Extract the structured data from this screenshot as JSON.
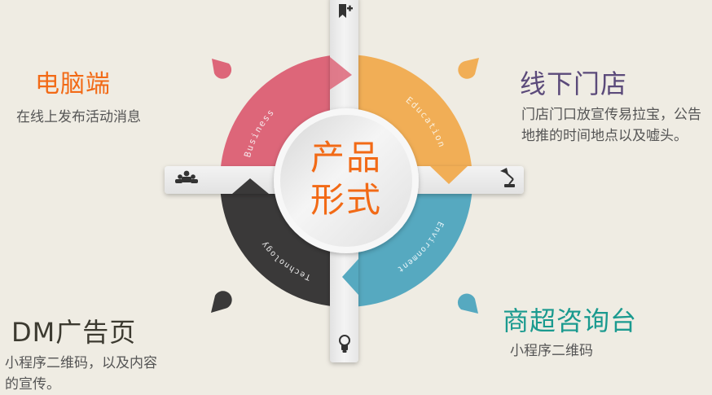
{
  "center": {
    "line1": "产品",
    "line2": "形式",
    "color": "#f26a16"
  },
  "segments": [
    {
      "id": "business",
      "label": "Business",
      "color": "#dd6679",
      "quadrant": "top-left"
    },
    {
      "id": "education",
      "label": "Education",
      "color": "#f1ae56",
      "quadrant": "top-right"
    },
    {
      "id": "technology",
      "label": "Technology",
      "color": "#3a3939",
      "quadrant": "bottom-left"
    },
    {
      "id": "environment",
      "label": "Environment",
      "color": "#56a9c0",
      "quadrant": "bottom-right"
    }
  ],
  "bar_icons": {
    "top": "bookmark-plus-icon",
    "left": "group-people-icon",
    "right": "desk-lamp-icon",
    "bottom": "lightbulb-icon"
  },
  "cards": [
    {
      "id": "pc",
      "title": "电脑端",
      "title_color": "#f26a16",
      "desc": "在线上发布活动消息"
    },
    {
      "id": "offline-store",
      "title": "线下门店",
      "title_color": "#5b4a7a",
      "desc": "门店门口放宣传易拉宝，公告地推的时间地点以及嘘头。"
    },
    {
      "id": "dm-ad",
      "title": "DM广告页",
      "title_color": "#3c3a30",
      "desc": "小程序二维码，以及内容的宣传。"
    },
    {
      "id": "mall-desk",
      "title": "商超咨询台",
      "title_color": "#1a9a8f",
      "desc": "小程序二维码"
    }
  ]
}
